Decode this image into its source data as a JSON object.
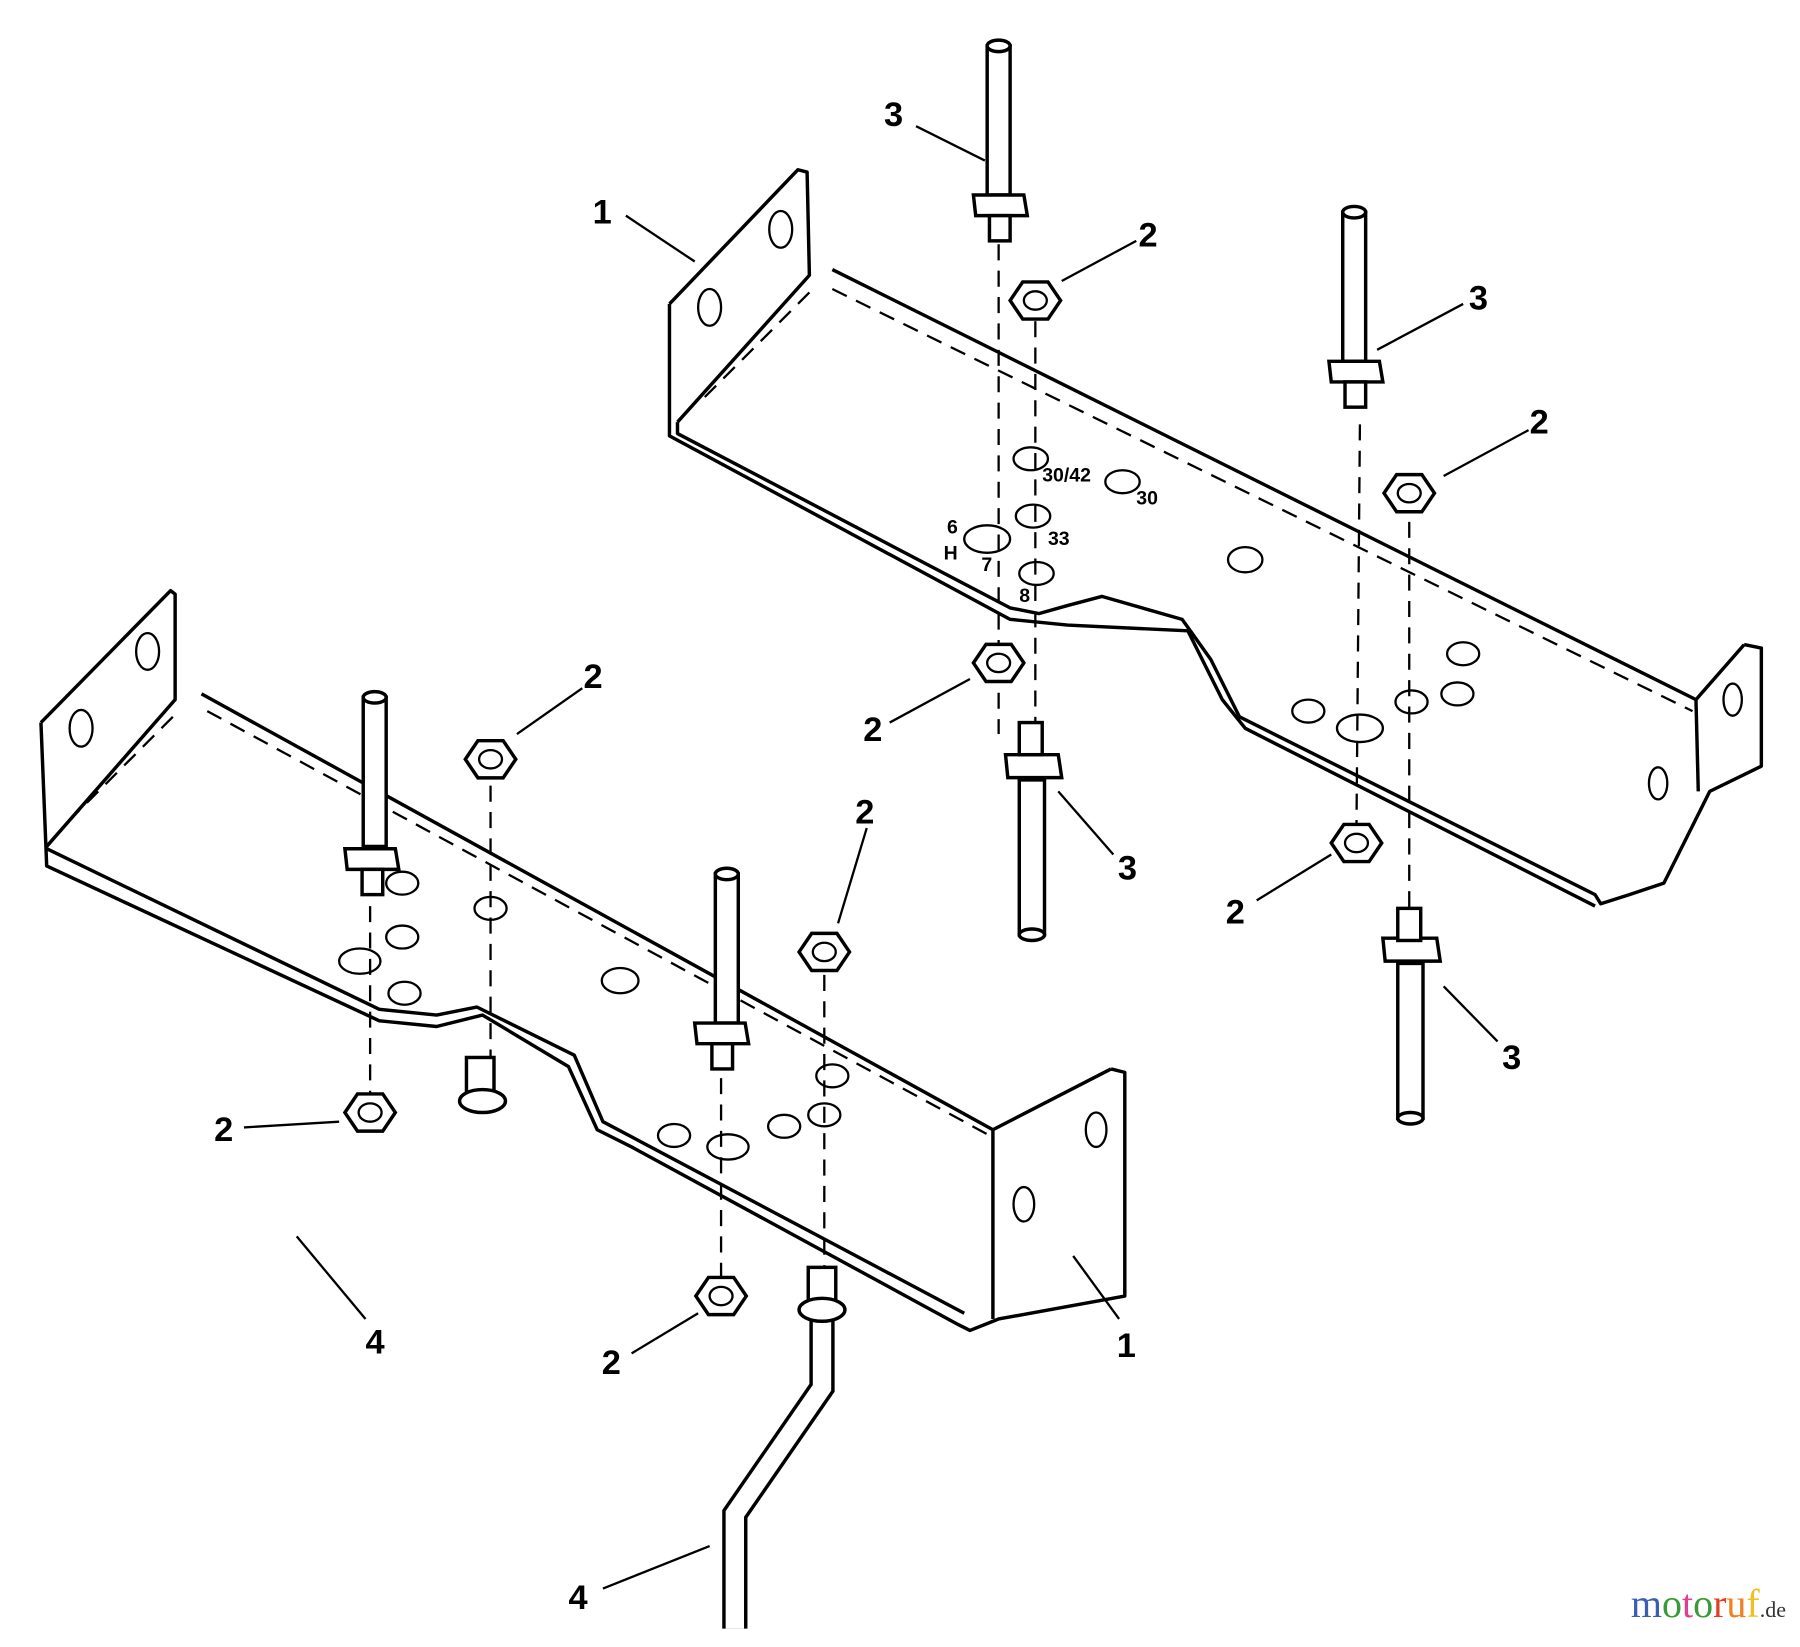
{
  "callouts": {
    "c1": "3",
    "c2": "1",
    "c3": "2",
    "c4": "3",
    "c5": "2",
    "c6": "2",
    "c7": "2",
    "c8": "3",
    "c9": "2",
    "c10": "2",
    "c11": "3",
    "c12": "2",
    "c13": "4",
    "c14": "1",
    "c15": "2",
    "c16": "4"
  },
  "hole_labels": {
    "h30": "30",
    "h33": "33",
    "h3042": "30/42",
    "hH": "H",
    "h7": "7",
    "h6": "6",
    "h8": "8"
  },
  "watermark": {
    "name": "motoruf",
    "tld": ".de",
    "colors": [
      "#3a5fb0",
      "#3a9a3a",
      "#e0408a",
      "#3a9a3a",
      "#e04020",
      "#f08020",
      "#f0c020"
    ]
  }
}
